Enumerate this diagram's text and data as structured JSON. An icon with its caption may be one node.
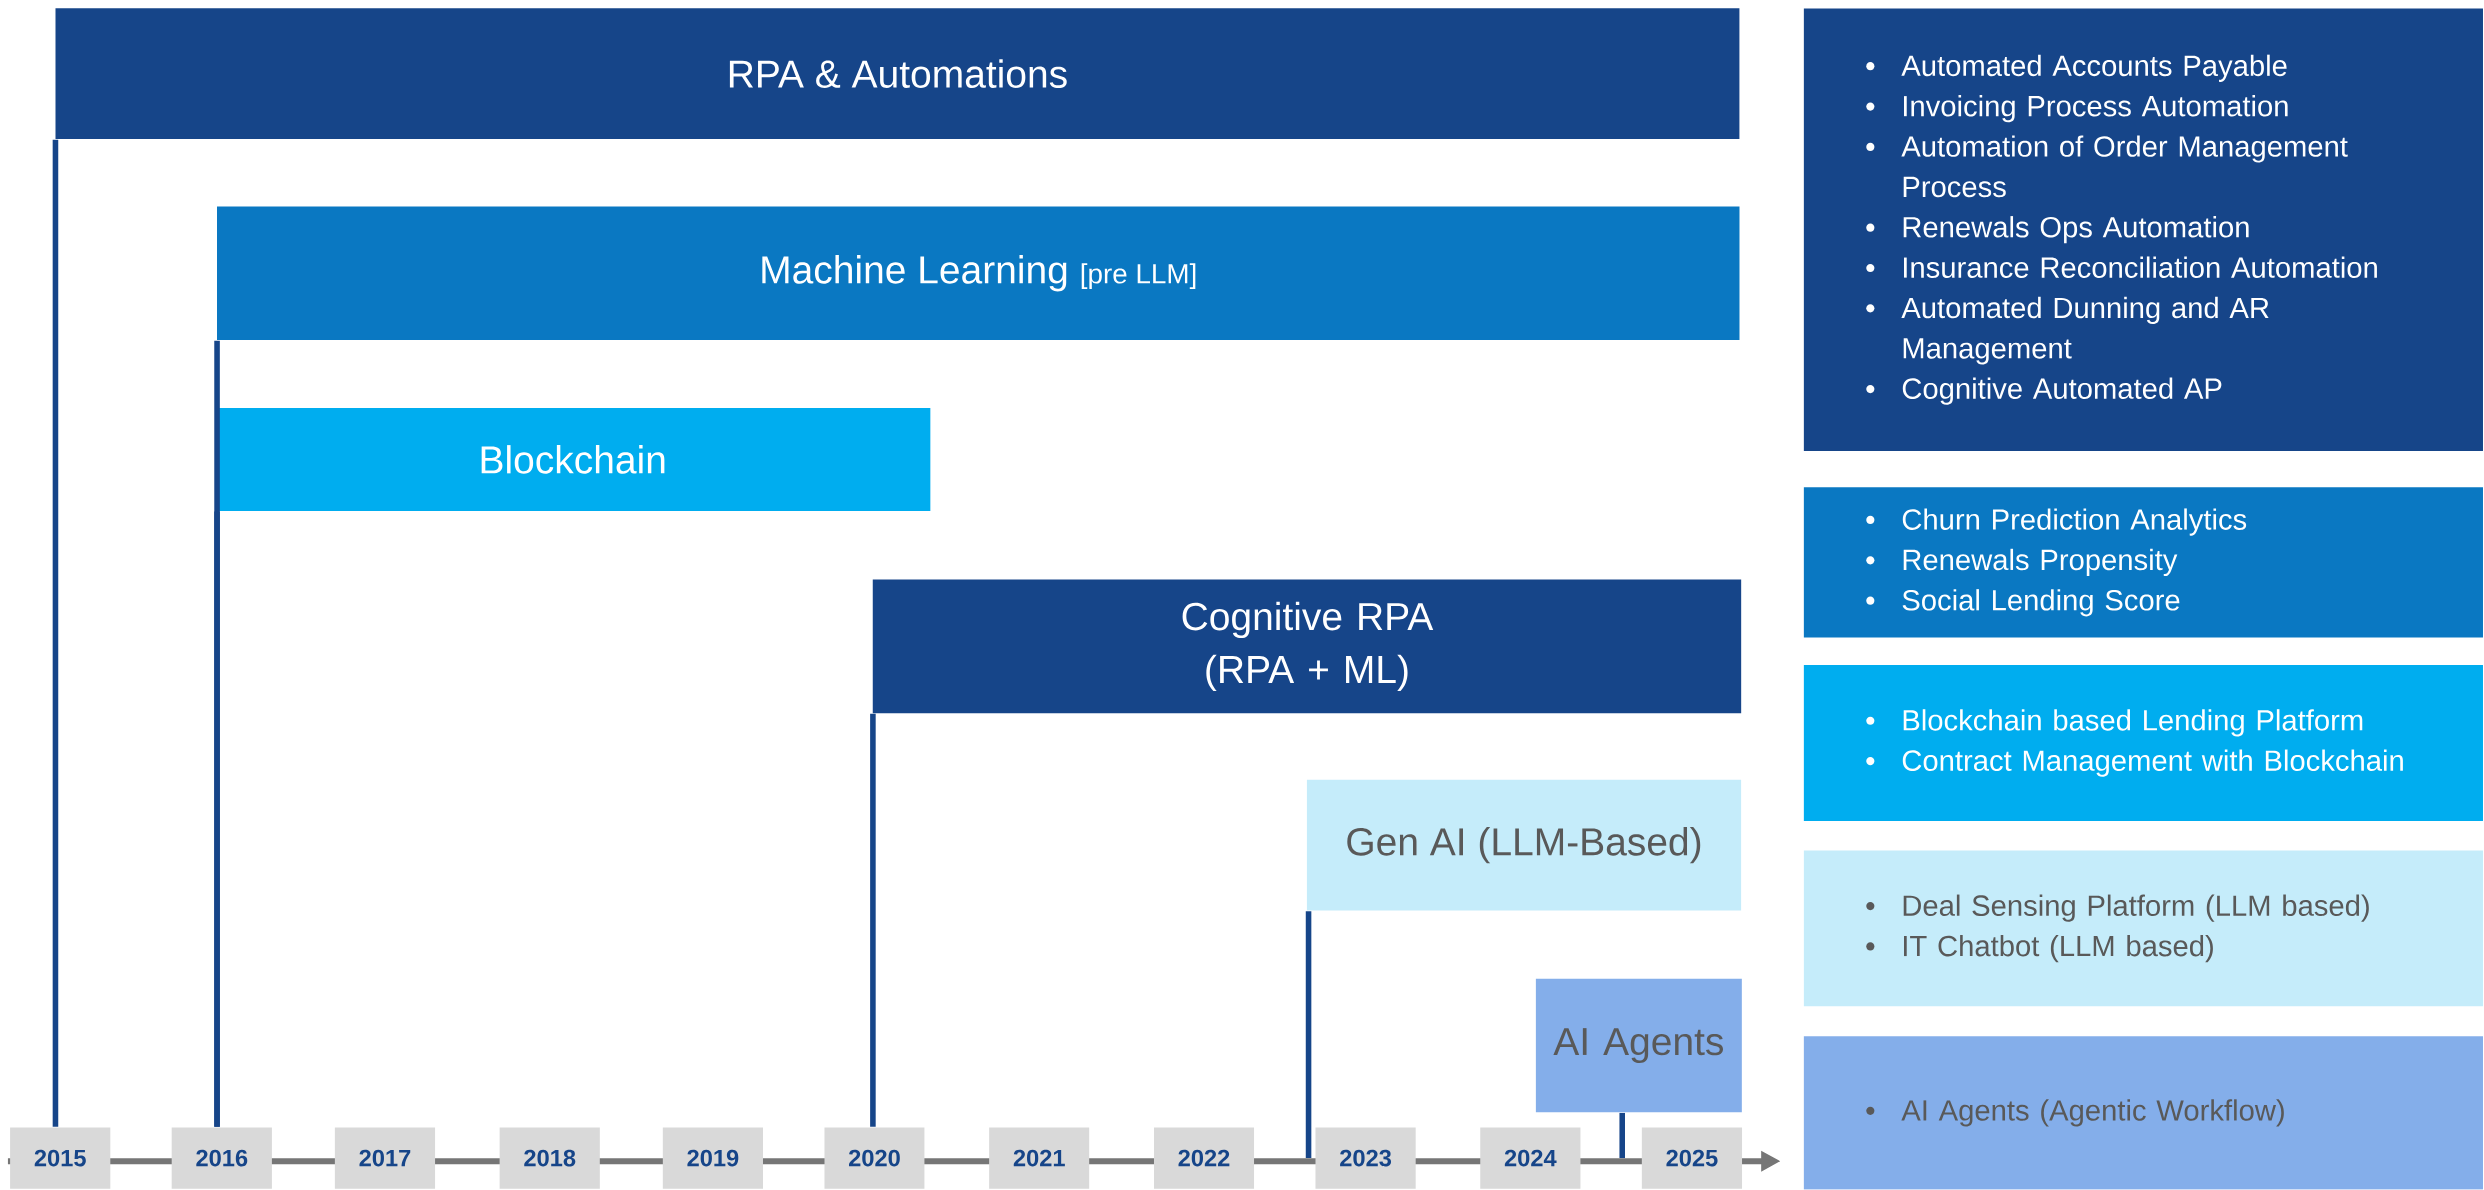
{
  "diagram": {
    "nodes": [
      {
        "text": [
          "RPA & Automations"
        ]
      },
      {
        "text": [
          "Machine Learning",
          "[pre LLM]"
        ]
      },
      {
        "text": [
          "Blockchain"
        ]
      },
      {
        "text": [
          "Cognitive RPA (RPA + ML)"
        ]
      },
      {
        "text": [
          "Gen AI (LLM-Based)"
        ]
      },
      {
        "text": [
          "AI Agents"
        ]
      },
      {
        "text": [
          "Automated Accounts Payable",
          "Invoicing Process Automation",
          "Automation of Order Management Process",
          "Renewals Ops Automation",
          "Insurance Reconciliation Automation",
          "Automated Dunning and AR Management",
          "Cognitive Automated AP"
        ]
      },
      {
        "text": [
          "Churn Prediction Analytics",
          "Renewals Propensity",
          "Social Lending Score"
        ]
      },
      {
        "text": [
          "Blockchain based Lending Platform",
          "Contract Management with Blockchain"
        ]
      },
      {
        "text": [
          "Deal Sensing Platform (LLM based)",
          "IT Chatbot (LLM based)"
        ]
      },
      {
        "text": [
          "AI Agents (Agentic Workflow)"
        ]
      },
      {
        "text": [
          "2015"
        ]
      },
      {
        "text": [
          "2016"
        ]
      },
      {
        "text": [
          "2017"
        ]
      },
      {
        "text": [
          "2018"
        ]
      },
      {
        "text": [
          "2019"
        ]
      },
      {
        "text": [
          "2020"
        ]
      },
      {
        "text": [
          "2021"
        ]
      },
      {
        "text": [
          "2022"
        ]
      },
      {
        "text": [
          "2023"
        ]
      },
      {
        "text": [
          "2024"
        ]
      },
      {
        "text": [
          "2025"
        ]
      }
    ],
    "edges": [
      {
        "from": 0,
        "to": 11,
        "arrow": "none"
      },
      {
        "from": 1,
        "to": 12,
        "arrow": "none"
      },
      {
        "from": 2,
        "to": 12,
        "arrow": "none"
      },
      {
        "from": 3,
        "to": 16,
        "arrow": "none"
      },
      {
        "from": 4,
        "to": 19,
        "arrow": "none"
      },
      {
        "from": 5,
        "to": 21,
        "arrow": "none"
      }
    ]
  }
}
